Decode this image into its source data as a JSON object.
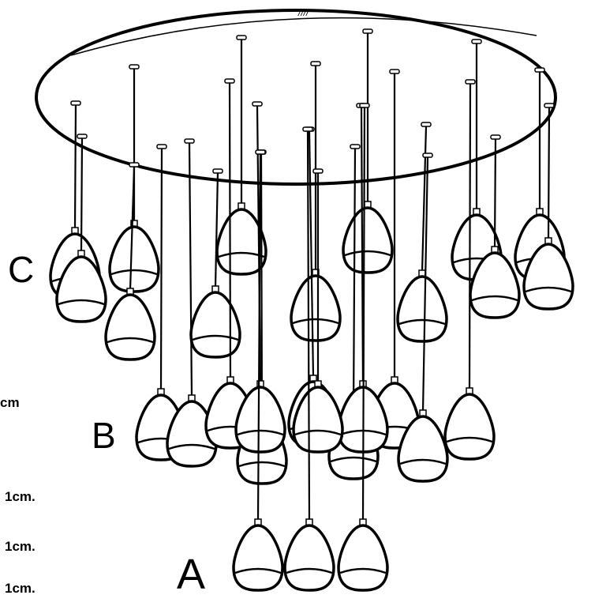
{
  "diagram": {
    "canopy_mark": "////",
    "tiers": {
      "c": "C",
      "b": "B",
      "a": "A"
    },
    "measurements": {
      "m1": "cm",
      "m2": "1cm.",
      "m3": "1cm.",
      "m4": "1cm."
    },
    "pendant_count": 29
  }
}
